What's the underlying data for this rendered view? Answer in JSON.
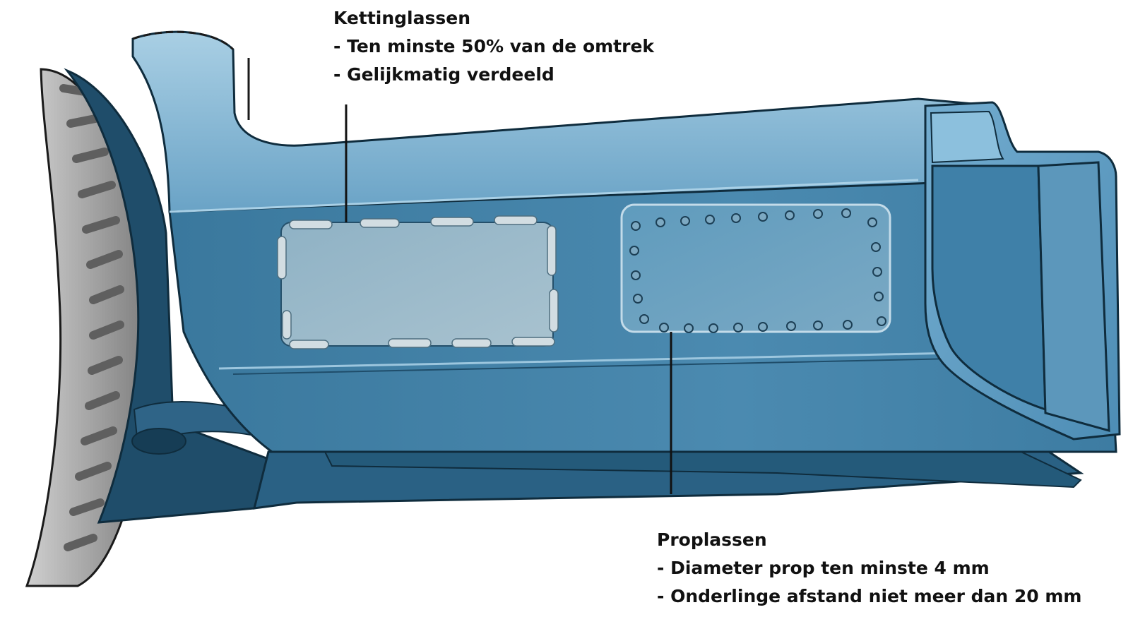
{
  "annotations": {
    "chain_welds": {
      "title": "Kettinglassen",
      "items": [
        "- Ten minste 50% van de omtrek",
        "- Gelijkmatig verdeeld"
      ]
    },
    "plug_welds": {
      "title": "Proplassen",
      "items": [
        "- Diameter prop ten minste 4 mm",
        "- Onderlinge afstand niet meer dan 20 mm"
      ]
    }
  },
  "colors": {
    "panel_main": "#3f80a6",
    "panel_light": "#7fb4d3",
    "panel_dark": "#245a78",
    "patch": "#9ab8c8",
    "weld": "#c9d6dc",
    "tire": "#8e8e8e",
    "text": "#111111"
  }
}
